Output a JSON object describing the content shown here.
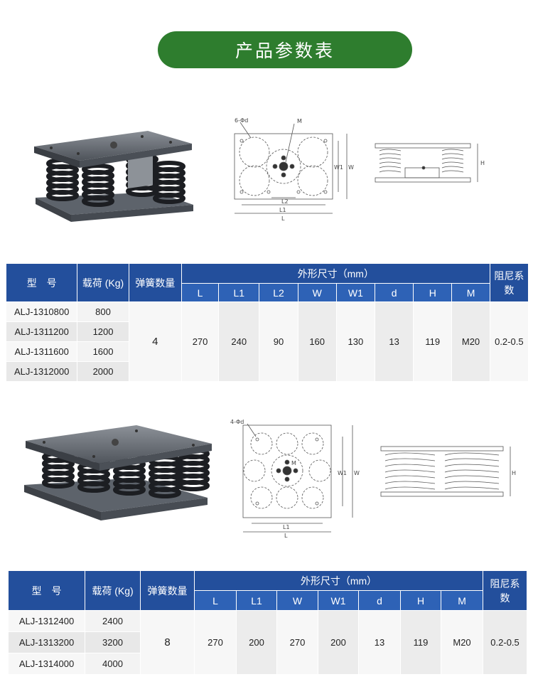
{
  "page_title": "产品参数表",
  "section1": {
    "diagram_labels": {
      "holes": "6-Φd",
      "m": "M",
      "l": "L",
      "l1": "L1",
      "l2": "L2",
      "w": "W",
      "w1": "W1",
      "h": "H"
    },
    "header": {
      "model": "型　号",
      "load": "载荷 (Kg)",
      "springs": "弹簧数量",
      "dims": "外形尺寸（mm）",
      "damping": "阻尼系数"
    },
    "dim_cols": [
      "L",
      "L1",
      "L2",
      "W",
      "W1",
      "d",
      "H",
      "M"
    ],
    "rows": [
      {
        "model": "ALJ-1310800",
        "load": "800"
      },
      {
        "model": "ALJ-1311200",
        "load": "1200"
      },
      {
        "model": "ALJ-1311600",
        "load": "1600"
      },
      {
        "model": "ALJ-1312000",
        "load": "2000"
      }
    ],
    "springs": "4",
    "dim_values": [
      "270",
      "240",
      "90",
      "160",
      "130",
      "13",
      "119",
      "M20"
    ],
    "damping": "0.2-0.5"
  },
  "section2": {
    "diagram_labels": {
      "holes": "4-Φd",
      "m": "M",
      "l": "L",
      "l1": "L1",
      "w": "W",
      "w1": "W1",
      "h": "H"
    },
    "header": {
      "model": "型　号",
      "load": "载荷 (Kg)",
      "springs": "弹簧数量",
      "dims": "外形尺寸（mm）",
      "damping": "阻尼系数"
    },
    "dim_cols": [
      "L",
      "L1",
      "W",
      "W1",
      "d",
      "H",
      "M"
    ],
    "rows": [
      {
        "model": "ALJ-1312400",
        "load": "2400"
      },
      {
        "model": "ALJ-1313200",
        "load": "3200"
      },
      {
        "model": "ALJ-1314000",
        "load": "4000"
      }
    ],
    "springs": "8",
    "dim_values": [
      "270",
      "200",
      "270",
      "200",
      "13",
      "119",
      "M20"
    ],
    "damping": "0.2-0.5"
  }
}
